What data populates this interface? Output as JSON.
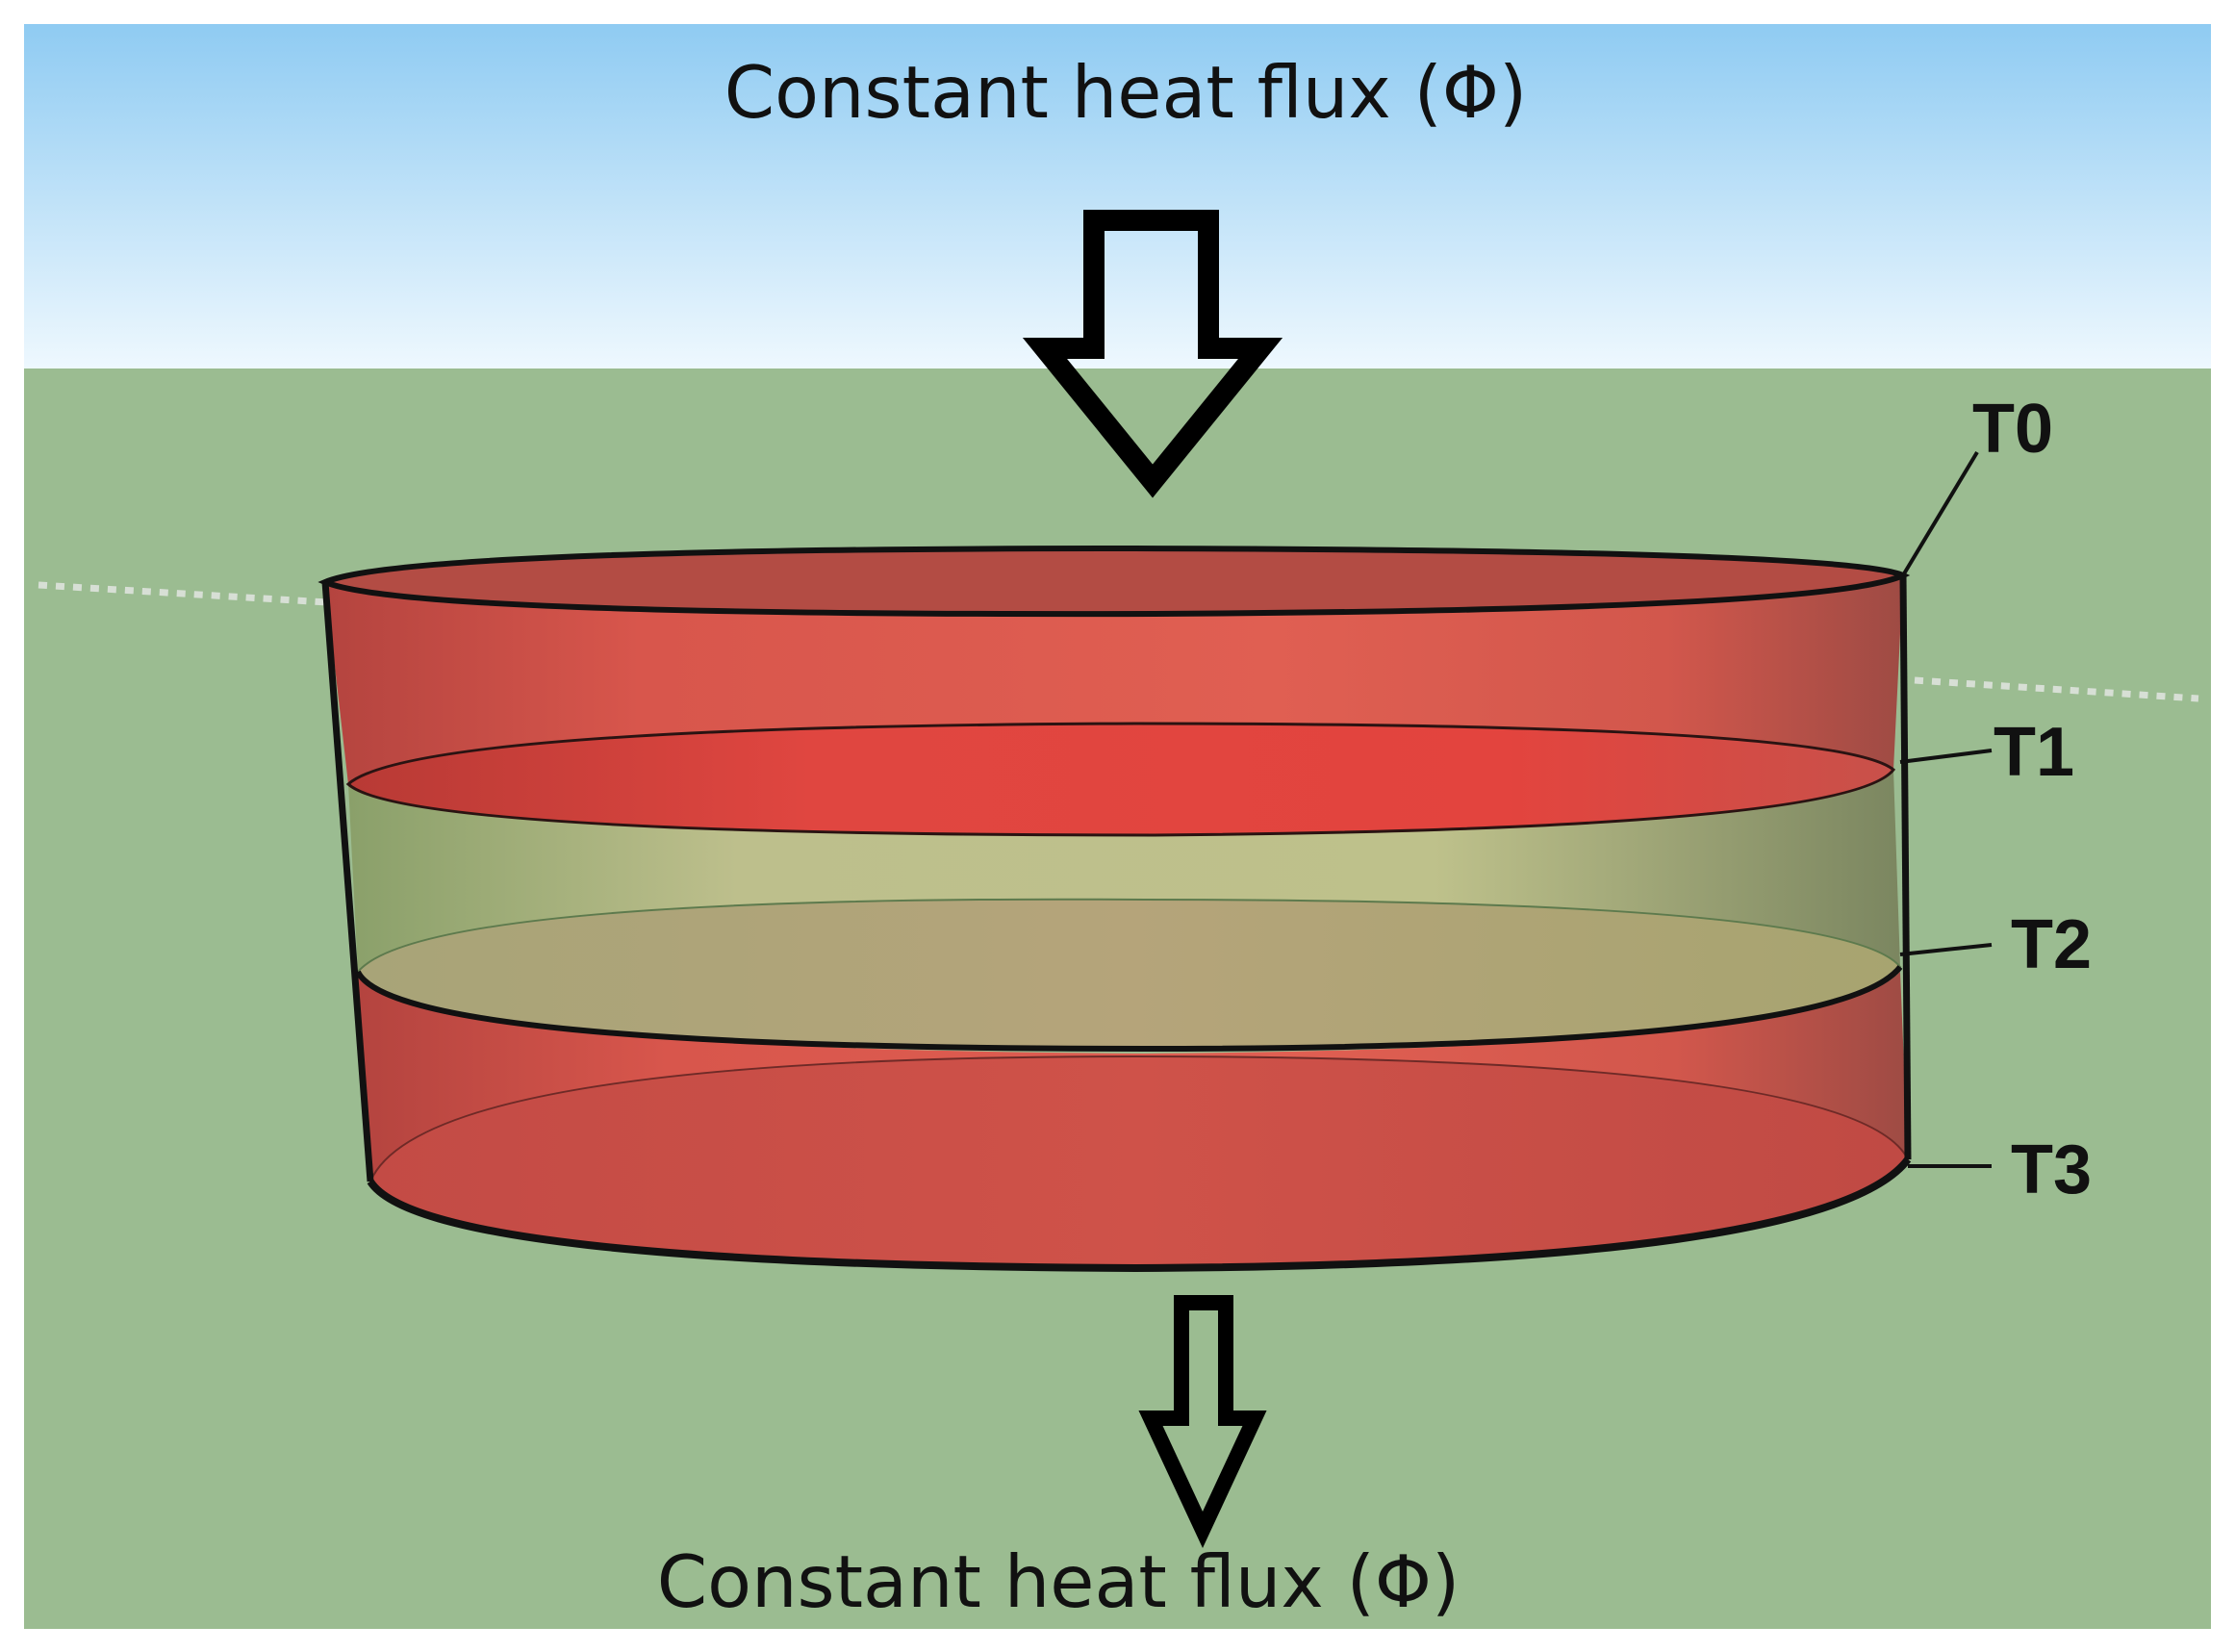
{
  "top_label": "Constant heat flux (Φ)",
  "bottom_label": "Constant heat flux (Φ)",
  "levels": [
    {
      "label": "T0"
    },
    {
      "label": "T1"
    },
    {
      "label": "T2"
    },
    {
      "label": "T3"
    }
  ],
  "colors": {
    "sky_top": "#8fcbf2",
    "sky_bottom": "#eef8fe",
    "ground": "#9bbc91",
    "hot_layer": "#de5a4e",
    "middle_layer": "#bcbd88",
    "outline": "#111111",
    "horizon_dots": "#d7dfd5"
  }
}
